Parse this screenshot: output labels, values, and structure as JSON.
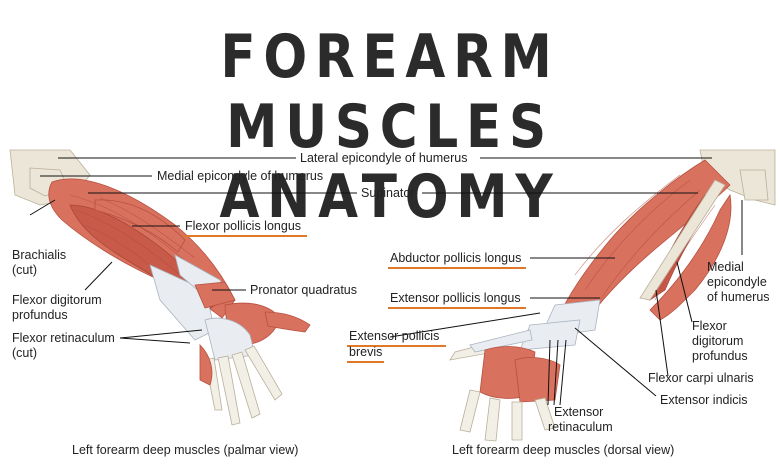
{
  "title": "FOREARM MUSCLES ANATOMY",
  "labels": {
    "lateral_epicondyle": "Lateral epicondyle of humerus",
    "medial_epicondyle_top": "Medial epicondyle of humerus",
    "supinator": "Supinator",
    "flexor_pollicis_longus": "Flexor pollicis longus",
    "brachialis_1": "Brachialis",
    "brachialis_2": "(cut)",
    "pronator_quadratus": "Pronator quadratus",
    "flexor_digitorum_profundus_left_1": "Flexor digitorum",
    "flexor_digitorum_profundus_left_2": "profundus",
    "flexor_retinaculum_1": "Flexor retinaculum",
    "flexor_retinaculum_2": "(cut)",
    "abductor_pollicis_longus": "Abductor pollicis longus",
    "extensor_pollicis_longus": "Extensor pollicis longus",
    "extensor_pollicis_brevis_1": "Extensor pollicis",
    "extensor_pollicis_brevis_2": "brevis",
    "medial_epicondyle_right_1": "Medial",
    "medial_epicondyle_right_2": "epicondyle",
    "medial_epicondyle_right_3": "of humerus",
    "flexor_digitorum_profundus_right_1": "Flexor",
    "flexor_digitorum_profundus_right_2": "digitorum",
    "flexor_digitorum_profundus_right_3": "profundus",
    "flexor_carpi_ulnaris": "Flexor carpi ulnaris",
    "extensor_indicis": "Extensor indicis",
    "extensor_retinaculum_1": "Extensor",
    "extensor_retinaculum_2": "retinaculum"
  },
  "captions": {
    "palmar": "Left forearm deep muscles (palmar view)",
    "dorsal": "Left forearm deep muscles (dorsal view)"
  },
  "colors": {
    "title": "#2b2b2b",
    "muscle": "#d9715f",
    "tendon": "#e9edf2",
    "bone": "#ece6d8",
    "highlight_underline": "#e0782a"
  }
}
